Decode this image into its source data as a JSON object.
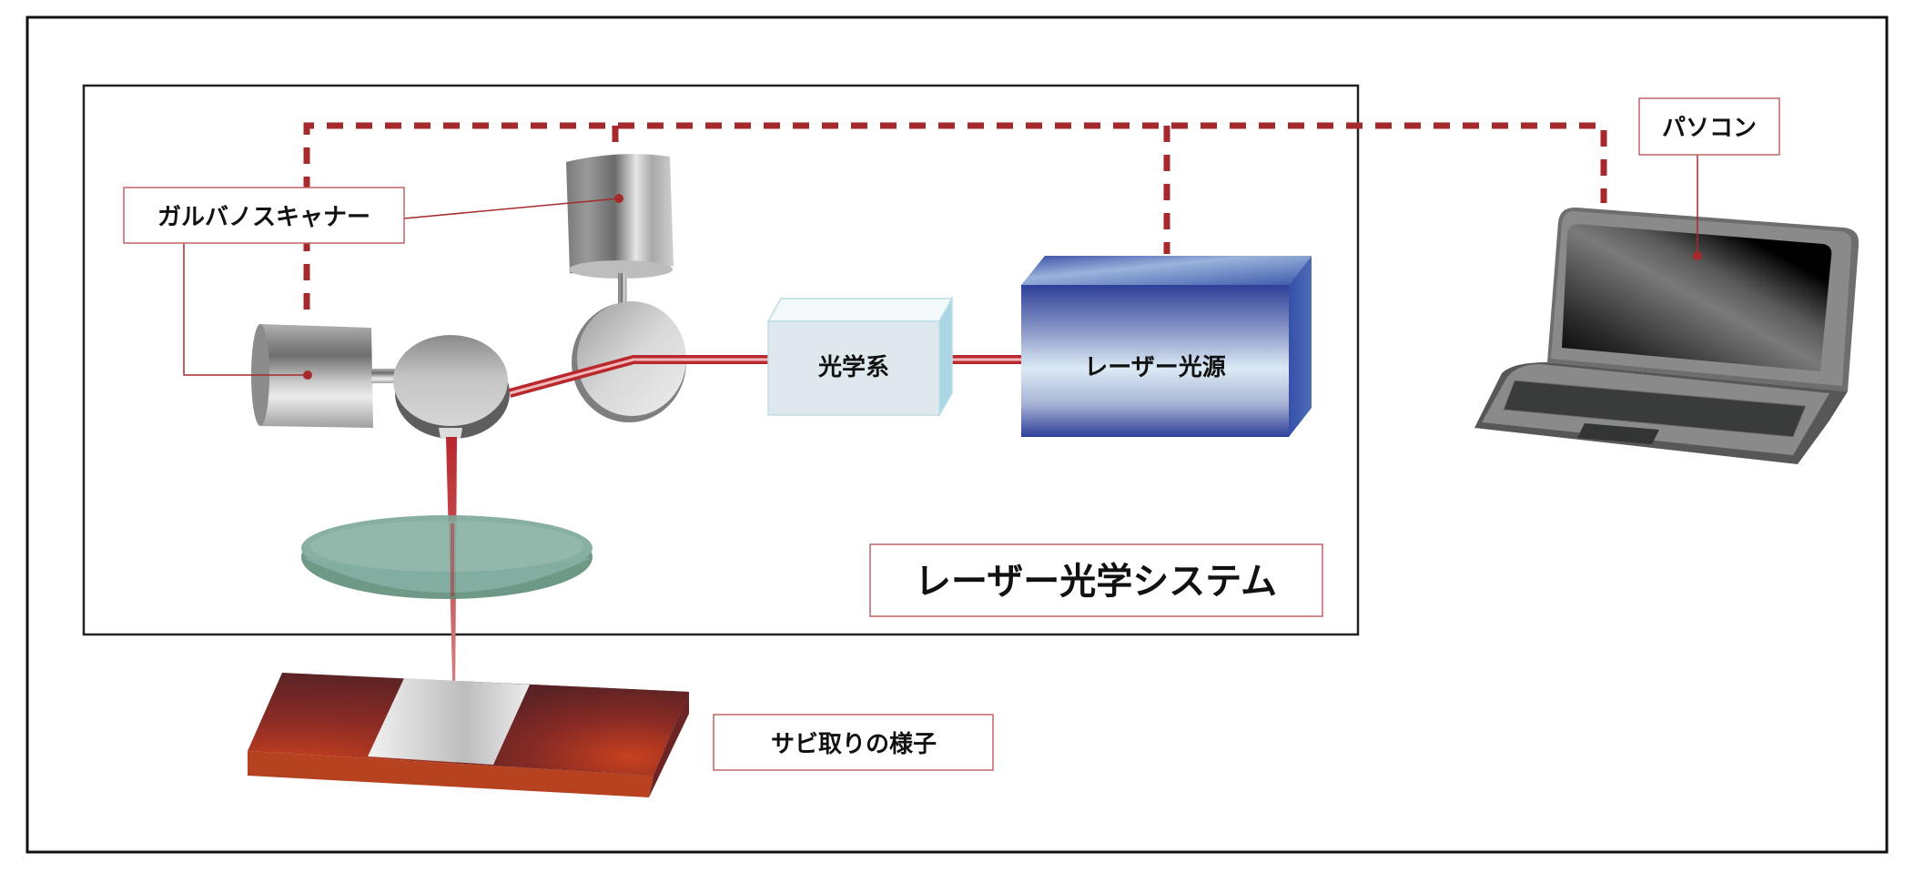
{
  "diagram": {
    "title": "レーザー光学システム",
    "labels": {
      "galvano_scanner": "ガルバノスキャナー",
      "optics": "光学系",
      "laser_source": "レーザー光源",
      "pc": "パソコン",
      "system": "レーザー光学システム",
      "rust_removal": "サビ取りの様子"
    },
    "icons": {
      "galvano_motor_upper": "galvano-motor",
      "galvano_motor_left": "galvano-motor",
      "mirror_upper": "scan-mirror",
      "mirror_left": "scan-mirror",
      "lens": "focusing-lens",
      "laptop": "laptop-computer",
      "workpiece": "rusted-metal-plate"
    },
    "colors": {
      "control_line": "#a62a2c",
      "callout_border": "#c06466",
      "beam": "#b8282c",
      "beam_highlight": "#f2b7b8",
      "laser_source_blue": "#2d3f98",
      "optics_box": "#dfe8ec",
      "lens_green": "#77a598",
      "rust": "#c2411f",
      "frame": "#111111"
    }
  }
}
